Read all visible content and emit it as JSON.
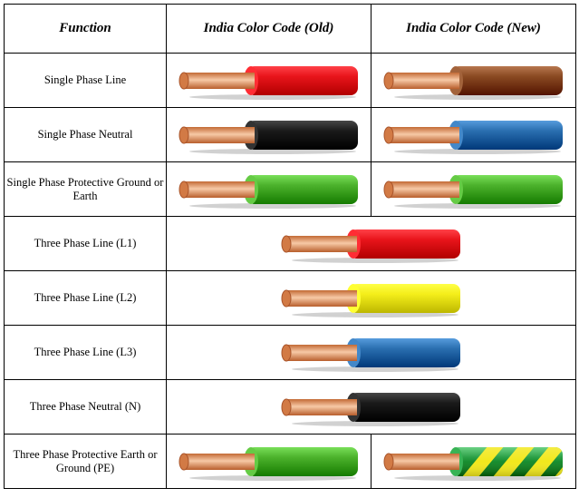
{
  "table": {
    "headers": [
      "Function",
      "India Color Code (Old)",
      "India Color Code (New)"
    ],
    "rows": [
      {
        "function": "Single Phase Line",
        "old": "red",
        "new": "brown",
        "merged": false
      },
      {
        "function": "Single Phase Neutral",
        "old": "black",
        "new": "blue",
        "merged": false
      },
      {
        "function": "Single Phase Protective Ground or Earth",
        "old": "green",
        "new": "green",
        "merged": false
      },
      {
        "function": "Three Phase Line (L1)",
        "both": "red",
        "merged": true
      },
      {
        "function": "Three Phase Line (L2)",
        "both": "yellow",
        "merged": true
      },
      {
        "function": "Three Phase Line (L3)",
        "both": "blue",
        "merged": true
      },
      {
        "function": "Three Phase Neutral (N)",
        "both": "black",
        "merged": true
      },
      {
        "function": "Three Phase Protective Earth or Ground (PE)",
        "old": "green",
        "new": "green-yellow-striped",
        "merged": false
      }
    ]
  },
  "colors": {
    "red": "#e8141b",
    "brown": "#8a4a22",
    "black": "#1a1a1a",
    "blue": "#2a6fb0",
    "green": "#4cb22c",
    "yellow": "#f4ee1a",
    "stripe_green": "#1f9a3c",
    "stripe_yellow": "#f2e81c",
    "copper": "#d9824a"
  }
}
